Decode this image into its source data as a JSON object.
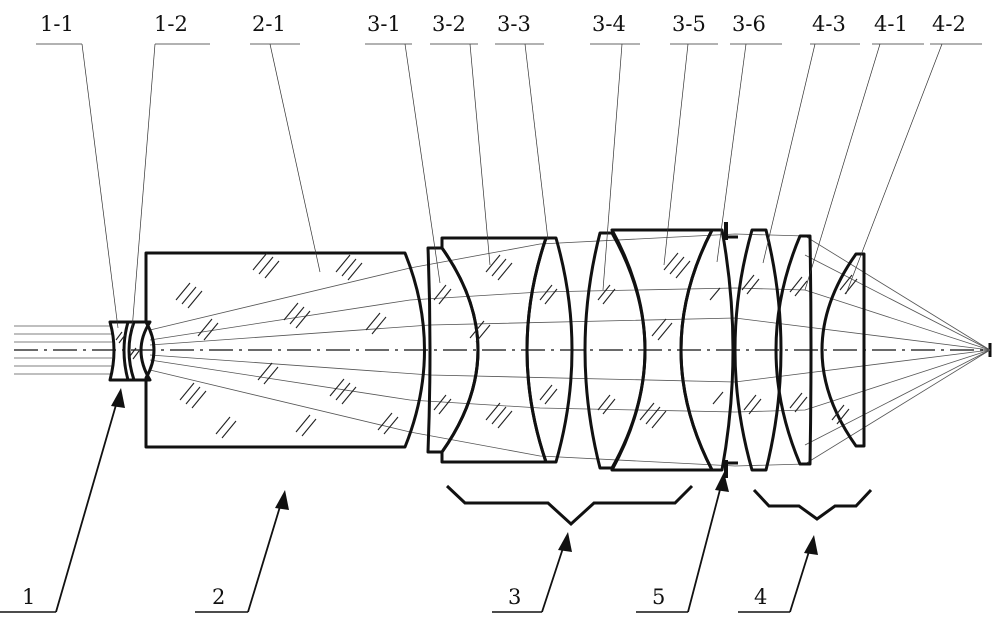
{
  "figure": {
    "part_labels": [
      "1-1",
      "1-2",
      "2-1",
      "3-1",
      "3-2",
      "3-3",
      "3-4",
      "3-5",
      "3-6",
      "4-3",
      "4-1",
      "4-2"
    ],
    "group_labels": [
      "1",
      "2",
      "3",
      "5",
      "4"
    ]
  },
  "colors": {
    "ink": "#111111",
    "rays": "#555555",
    "background": "#ffffff"
  }
}
